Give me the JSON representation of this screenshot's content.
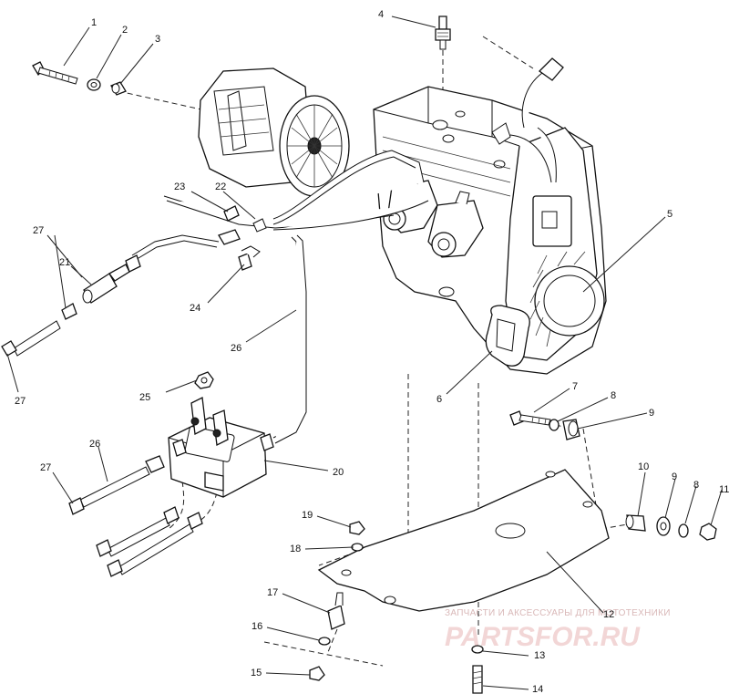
{
  "callouts": [
    "1",
    "2",
    "3",
    "4",
    "5",
    "6",
    "7",
    "8",
    "9",
    "10",
    "11",
    "12",
    "13",
    "14",
    "15",
    "16",
    "17",
    "18",
    "19",
    "20",
    "21",
    "22",
    "23",
    "24",
    "25",
    "26",
    "27"
  ],
  "watermark": {
    "caption": "ЗАПЧАСТИ И АКСЕССУАРЫ ДЛЯ МОТОТЕХНИКИ",
    "brand": "PARTSFOR.RU"
  }
}
